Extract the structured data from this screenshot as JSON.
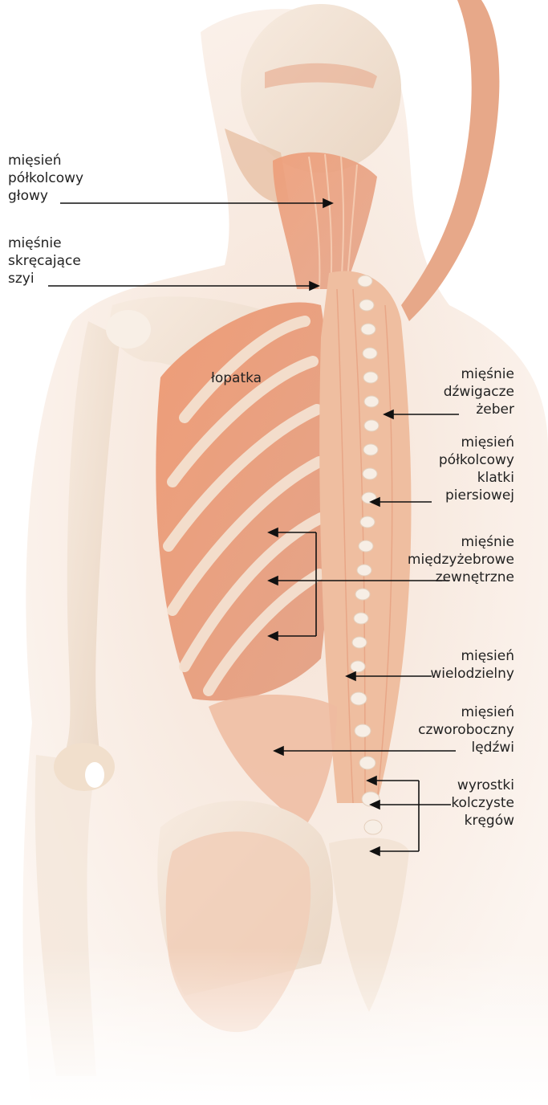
{
  "figure": {
    "labels": {
      "semispinalis_capitis": [
        "mięsień",
        "półkolcowy",
        "głowy"
      ],
      "rotatores_cervicis": [
        "mięśnie",
        "skręcające",
        "szyi"
      ],
      "scapula": [
        "łopatka"
      ],
      "levatores_costarum": [
        "mięśnie",
        "dźwigacze",
        "żeber"
      ],
      "semispinalis_thoracis": [
        "mięsień",
        "półkolcowy",
        "klatki",
        "piersiowej"
      ],
      "intercostales_externi": [
        "mięśnie",
        "międzyżebrowe",
        "zewnętrzne"
      ],
      "multifidus": [
        "mięsień",
        "wielodzielny"
      ],
      "quadratus_lumborum": [
        "mięsień",
        "czworoboczny",
        "lędźwi"
      ],
      "spinous_processes": [
        "wyrostki",
        "kolczyste",
        "kręgów"
      ]
    },
    "colors": {
      "background": "#ffffff",
      "bone": "#f1dfcc",
      "muscle": "#e9a483",
      "muscle_dark": "#d9876a",
      "tendon": "#f3c9ac",
      "skin": "#f6e8de",
      "leader_line": "#111111"
    }
  }
}
